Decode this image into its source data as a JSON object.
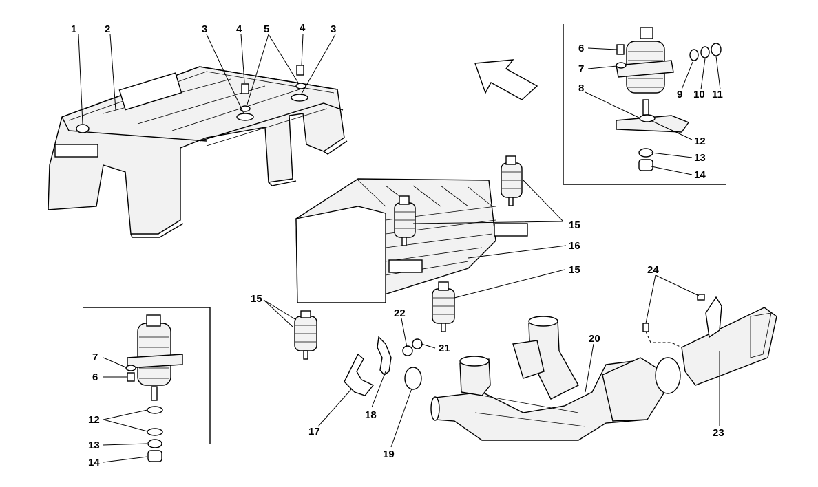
{
  "callouts": {
    "c1": "1",
    "c2": "2",
    "c3a": "3",
    "c3b": "3",
    "c4a": "4",
    "c4b": "4",
    "c5": "5",
    "c6a": "6",
    "c7a": "7",
    "c8": "8",
    "c9": "9",
    "c10": "10",
    "c11": "11",
    "c12a": "12",
    "c13a": "13",
    "c14a": "14",
    "c15a": "15",
    "c15b": "15",
    "c15c": "15",
    "c16": "16",
    "c7b": "7",
    "c6b": "6",
    "c12b": "12",
    "c13b": "13",
    "c14b": "14",
    "c17": "17",
    "c18": "18",
    "c19": "19",
    "c20": "20",
    "c21": "21",
    "c22": "22",
    "c23": "23",
    "c24": "24"
  },
  "colors": {
    "line": "#000000",
    "fill": "#f2f2f2",
    "background": "#ffffff"
  }
}
